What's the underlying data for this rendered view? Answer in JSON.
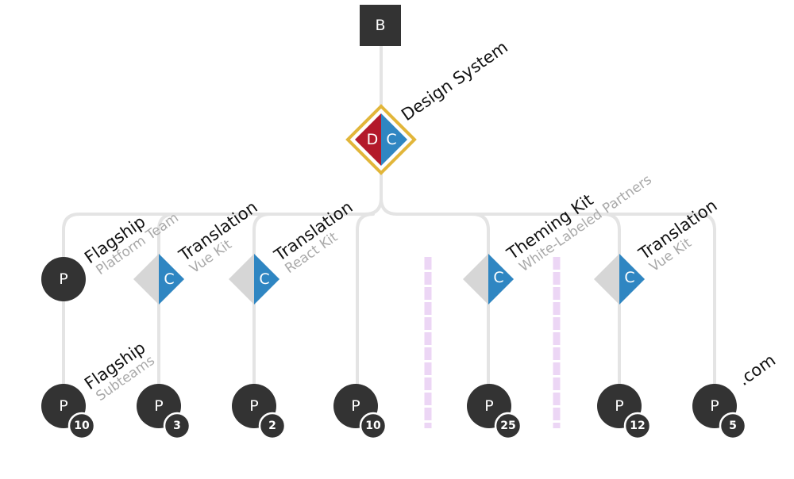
{
  "root": {
    "letter": "B"
  },
  "design_system": {
    "left_letter": "D",
    "right_letter": "C",
    "label": "Design System",
    "colors": {
      "left": "#b3192b",
      "right": "#2f86c2",
      "border": "#e2b63a"
    }
  },
  "component_letter": "C",
  "product_letter": "P",
  "labels": {
    "flagship_platform": {
      "title": "Flagship",
      "subtitle": "Platform Team"
    },
    "translation_vue_1": {
      "title": "Translation",
      "subtitle": "Vue Kit"
    },
    "translation_react": {
      "title": "Translation",
      "subtitle": "React Kit"
    },
    "theming_kit": {
      "title": "Theming Kit",
      "subtitle": "White-Labeled Partners"
    },
    "translation_vue_2": {
      "title": "Translation",
      "subtitle": "Vue Kit"
    },
    "flagship_subteams": {
      "title": "Flagship",
      "subtitle": "Subteams"
    },
    "dotcom": {
      "title": ".com"
    }
  },
  "badges": [
    "10",
    "3",
    "2",
    "10",
    "25",
    "12",
    "5"
  ],
  "colors": {
    "line": "#e4e4e4",
    "node_dark": "#333333",
    "component_blue": "#2f86c2",
    "component_gray": "#d6d6d6",
    "dashed": "#ecd6f5"
  }
}
